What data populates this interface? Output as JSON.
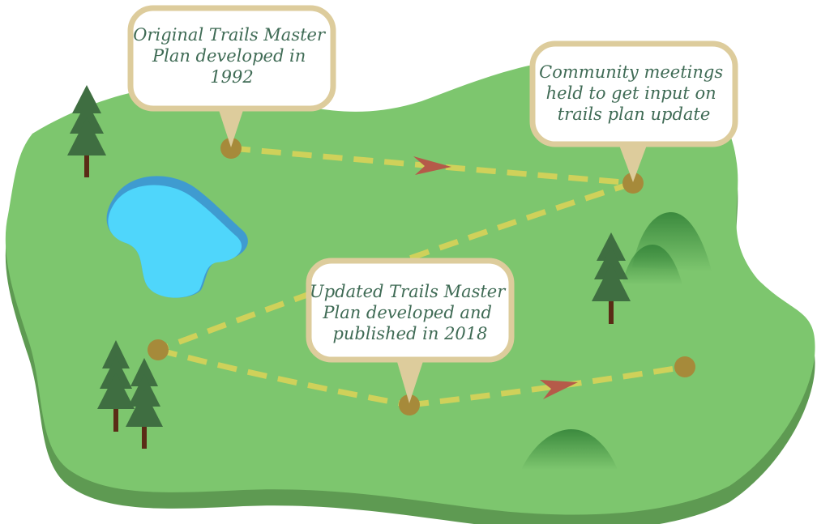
{
  "colors": {
    "land_top": "#7dc66e",
    "land_edge": "#5e9a52",
    "lake": "#4fd6fb",
    "lake_shore": "#3f9bd0",
    "trail": "#cfd15a",
    "waypoint": "#a68a3a",
    "arrow": "#b55a49",
    "tree": "#3f6e41",
    "trunk": "#5a2b16",
    "hill": "#3b8a3e",
    "callout_fill": "#ffffff",
    "callout_border": "#ddcc9c",
    "callout_text": "#3f6b55"
  },
  "callouts": [
    {
      "id": "original-plan",
      "lines": [
        "Original Trails Master",
        "Plan developed in",
        "1992"
      ]
    },
    {
      "id": "community-meetings",
      "lines": [
        "Community meetings",
        "held to get input on",
        "trails plan update"
      ]
    },
    {
      "id": "updated-plan",
      "lines": [
        "Updated Trails Master",
        "Plan developed and",
        "published in 2018"
      ]
    }
  ]
}
